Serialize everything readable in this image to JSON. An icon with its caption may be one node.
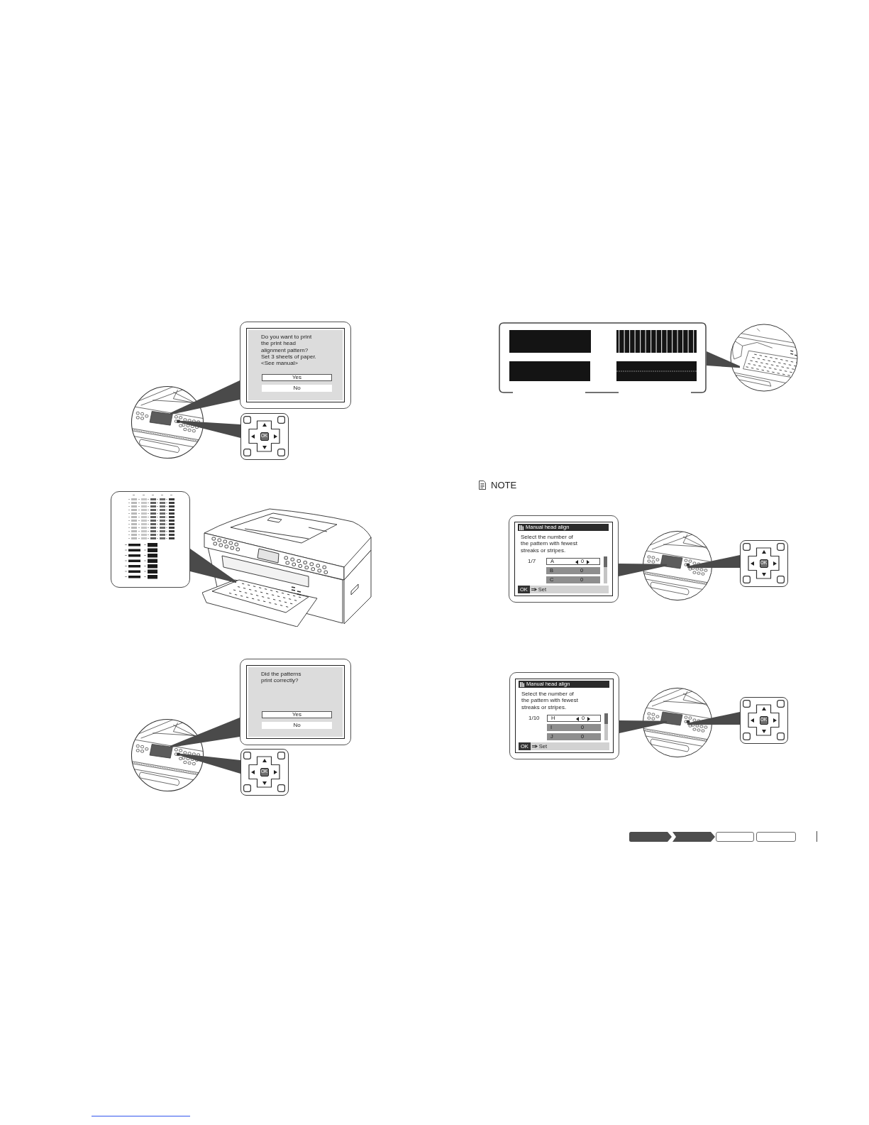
{
  "diagram": {
    "nodes": [
      {
        "text": [
          "Do you want to print the print head alignment pattern? Set 3 sheets of paper. <See manual>"
        ]
      },
      {
        "text": [
          "Yes"
        ],
        "in": 0
      },
      {
        "text": [
          "No"
        ],
        "in": 0
      },
      {
        "text": [],
        "shape": "picture"
      },
      {
        "text": [],
        "shape": "box"
      },
      {
        "text": [
          "OK"
        ],
        "in": 4
      },
      {
        "text": [],
        "shape": "picture"
      },
      {
        "text": [],
        "shape": "picture"
      },
      {
        "text": [
          "Did the patterns print correctly?"
        ]
      },
      {
        "text": [
          "Yes"
        ],
        "in": 8
      },
      {
        "text": [
          "No"
        ],
        "in": 8
      },
      {
        "text": [],
        "shape": "picture"
      },
      {
        "text": [],
        "shape": "box"
      },
      {
        "text": [
          "OK"
        ],
        "in": 12
      },
      {
        "text": [],
        "shape": "picture"
      },
      {
        "text": [],
        "shape": "picture"
      },
      {
        "text": [
          "Manual head align",
          "Select the number of the pattern with fewest streaks or stripes.",
          "1/7"
        ]
      },
      {
        "text": [
          "A",
          "0"
        ],
        "in": 16
      },
      {
        "text": [
          "B",
          "0"
        ],
        "in": 16
      },
      {
        "text": [
          "C",
          "0"
        ],
        "in": 16
      },
      {
        "text": [
          "OK",
          "Set"
        ],
        "in": 16
      },
      {
        "text": [],
        "shape": "picture"
      },
      {
        "text": [],
        "shape": "box"
      },
      {
        "text": [
          "OK"
        ],
        "in": 22
      },
      {
        "text": [
          "Manual head align",
          "Select the number of the pattern with fewest streaks or stripes.",
          "1/10"
        ]
      },
      {
        "text": [
          "H",
          "0"
        ],
        "in": 24
      },
      {
        "text": [
          "I",
          "0"
        ],
        "in": 24
      },
      {
        "text": [
          "J",
          "0"
        ],
        "in": 24
      },
      {
        "text": [
          "OK",
          "Set"
        ],
        "in": 24
      },
      {
        "text": [],
        "shape": "picture"
      },
      {
        "text": [],
        "shape": "box"
      },
      {
        "text": [
          "OK"
        ],
        "in": 30
      }
    ],
    "edges": [
      {
        "from": 3,
        "to": 0,
        "arrow": "none"
      },
      {
        "from": 3,
        "to": 4,
        "arrow": "none"
      },
      {
        "from": 7,
        "to": 6,
        "arrow": "none"
      },
      {
        "from": 11,
        "to": 8,
        "arrow": "none"
      },
      {
        "from": 11,
        "to": 12,
        "arrow": "none"
      },
      {
        "from": 15,
        "to": 14,
        "arrow": "none"
      },
      {
        "from": 21,
        "to": 16,
        "arrow": "none"
      },
      {
        "from": 21,
        "to": 22,
        "arrow": "none"
      },
      {
        "from": 29,
        "to": 24,
        "arrow": "none"
      },
      {
        "from": 29,
        "to": 30,
        "arrow": "none"
      }
    ],
    "labels": [
      "NOTE"
    ]
  }
}
